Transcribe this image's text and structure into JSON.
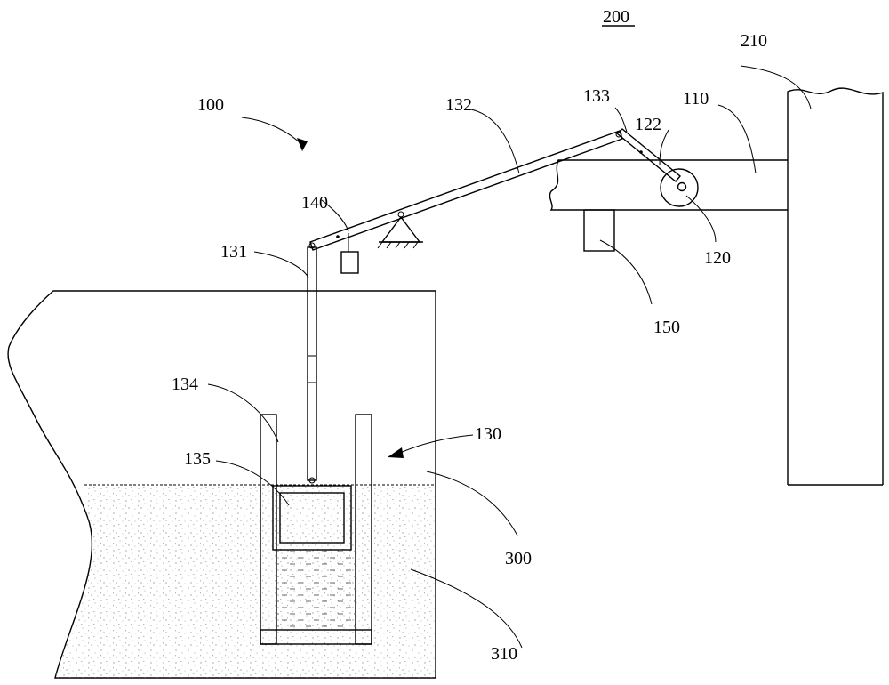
{
  "figure": {
    "labels": {
      "system": "100",
      "structure": "200",
      "wall": "210",
      "beam": "110",
      "roller": "120",
      "cable": "122",
      "assembly": "130",
      "rod": "131",
      "lever": "132",
      "link": "133",
      "sleeve": "134",
      "float": "135",
      "weight": "140",
      "sensor": "150",
      "pool": "300",
      "liquid": "310"
    }
  }
}
